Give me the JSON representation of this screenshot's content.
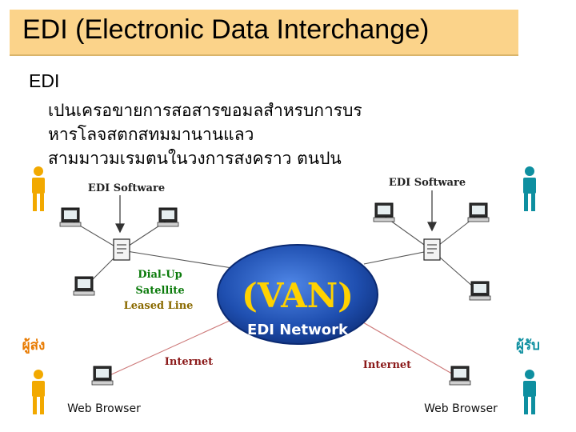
{
  "slide": {
    "title": "EDI (Electronic Data Interchange)",
    "bullet_heading": "EDI",
    "bullet_lines": [
      "เปนเครอขายการสอสารขอมลสำหรบการบร",
      "หารโลจสตกสทมมานานแลว",
      "สามมาวมเรมตนในวงการสงคราว        ตนปน"
    ]
  },
  "diagram": {
    "center_label": "(VAN)",
    "center_sublabel": "EDI Network",
    "software_left": "EDI Software",
    "software_right": "EDI Software",
    "connection_types": [
      "Dial-Up",
      "Satellite",
      "Leased Line"
    ],
    "internet_left": "Internet",
    "internet_right": "Internet",
    "browser_left": "Web Browser",
    "browser_right": "Web Browser",
    "sender_label": "ผู้ส่ง",
    "receiver_label": "ผู้รับ"
  },
  "colors": {
    "title_bar": "#fbd38a",
    "person": "#f2a900",
    "person_teal": "#0e8fa0",
    "van_blue": "#1f4fb0",
    "van_text": "#ffd200",
    "connection_text": "#0a7a0a",
    "leased_text": "#8a6a00",
    "internet_text": "#8b1a1a",
    "role_text": "#e87a00"
  }
}
